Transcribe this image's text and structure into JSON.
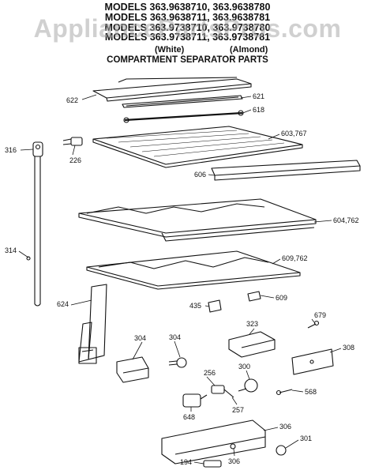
{
  "header": {
    "lines": [
      "MODELS 363.9638710, 363.9638780",
      "MODELS 363.9638711, 363.9638781",
      "MODELS 363.9738710, 363.9738780",
      "MODELS 363.9738711, 363.9738781"
    ],
    "color_white": "(White)",
    "color_almond": "(Almond)",
    "subtitle": "COMPARTMENT SEPARATOR PARTS",
    "watermark": "AppliancePartsPros.com"
  },
  "parts": {
    "p622": "622",
    "p621": "621",
    "p618": "618",
    "p603": "603,767",
    "p316": "316",
    "p226": "226",
    "p606": "606",
    "p604": "604,762",
    "p314": "314",
    "p609a": "609,762",
    "p624": "624",
    "p435": "435",
    "p609b": "609",
    "p679": "679",
    "p323": "323",
    "p308": "308",
    "p304a": "304",
    "p304b": "304",
    "p256": "256",
    "p300": "300",
    "p568": "568",
    "p257": "257",
    "p648": "648",
    "p306a": "306",
    "p301": "301",
    "p194": "194",
    "p306b": "306"
  }
}
